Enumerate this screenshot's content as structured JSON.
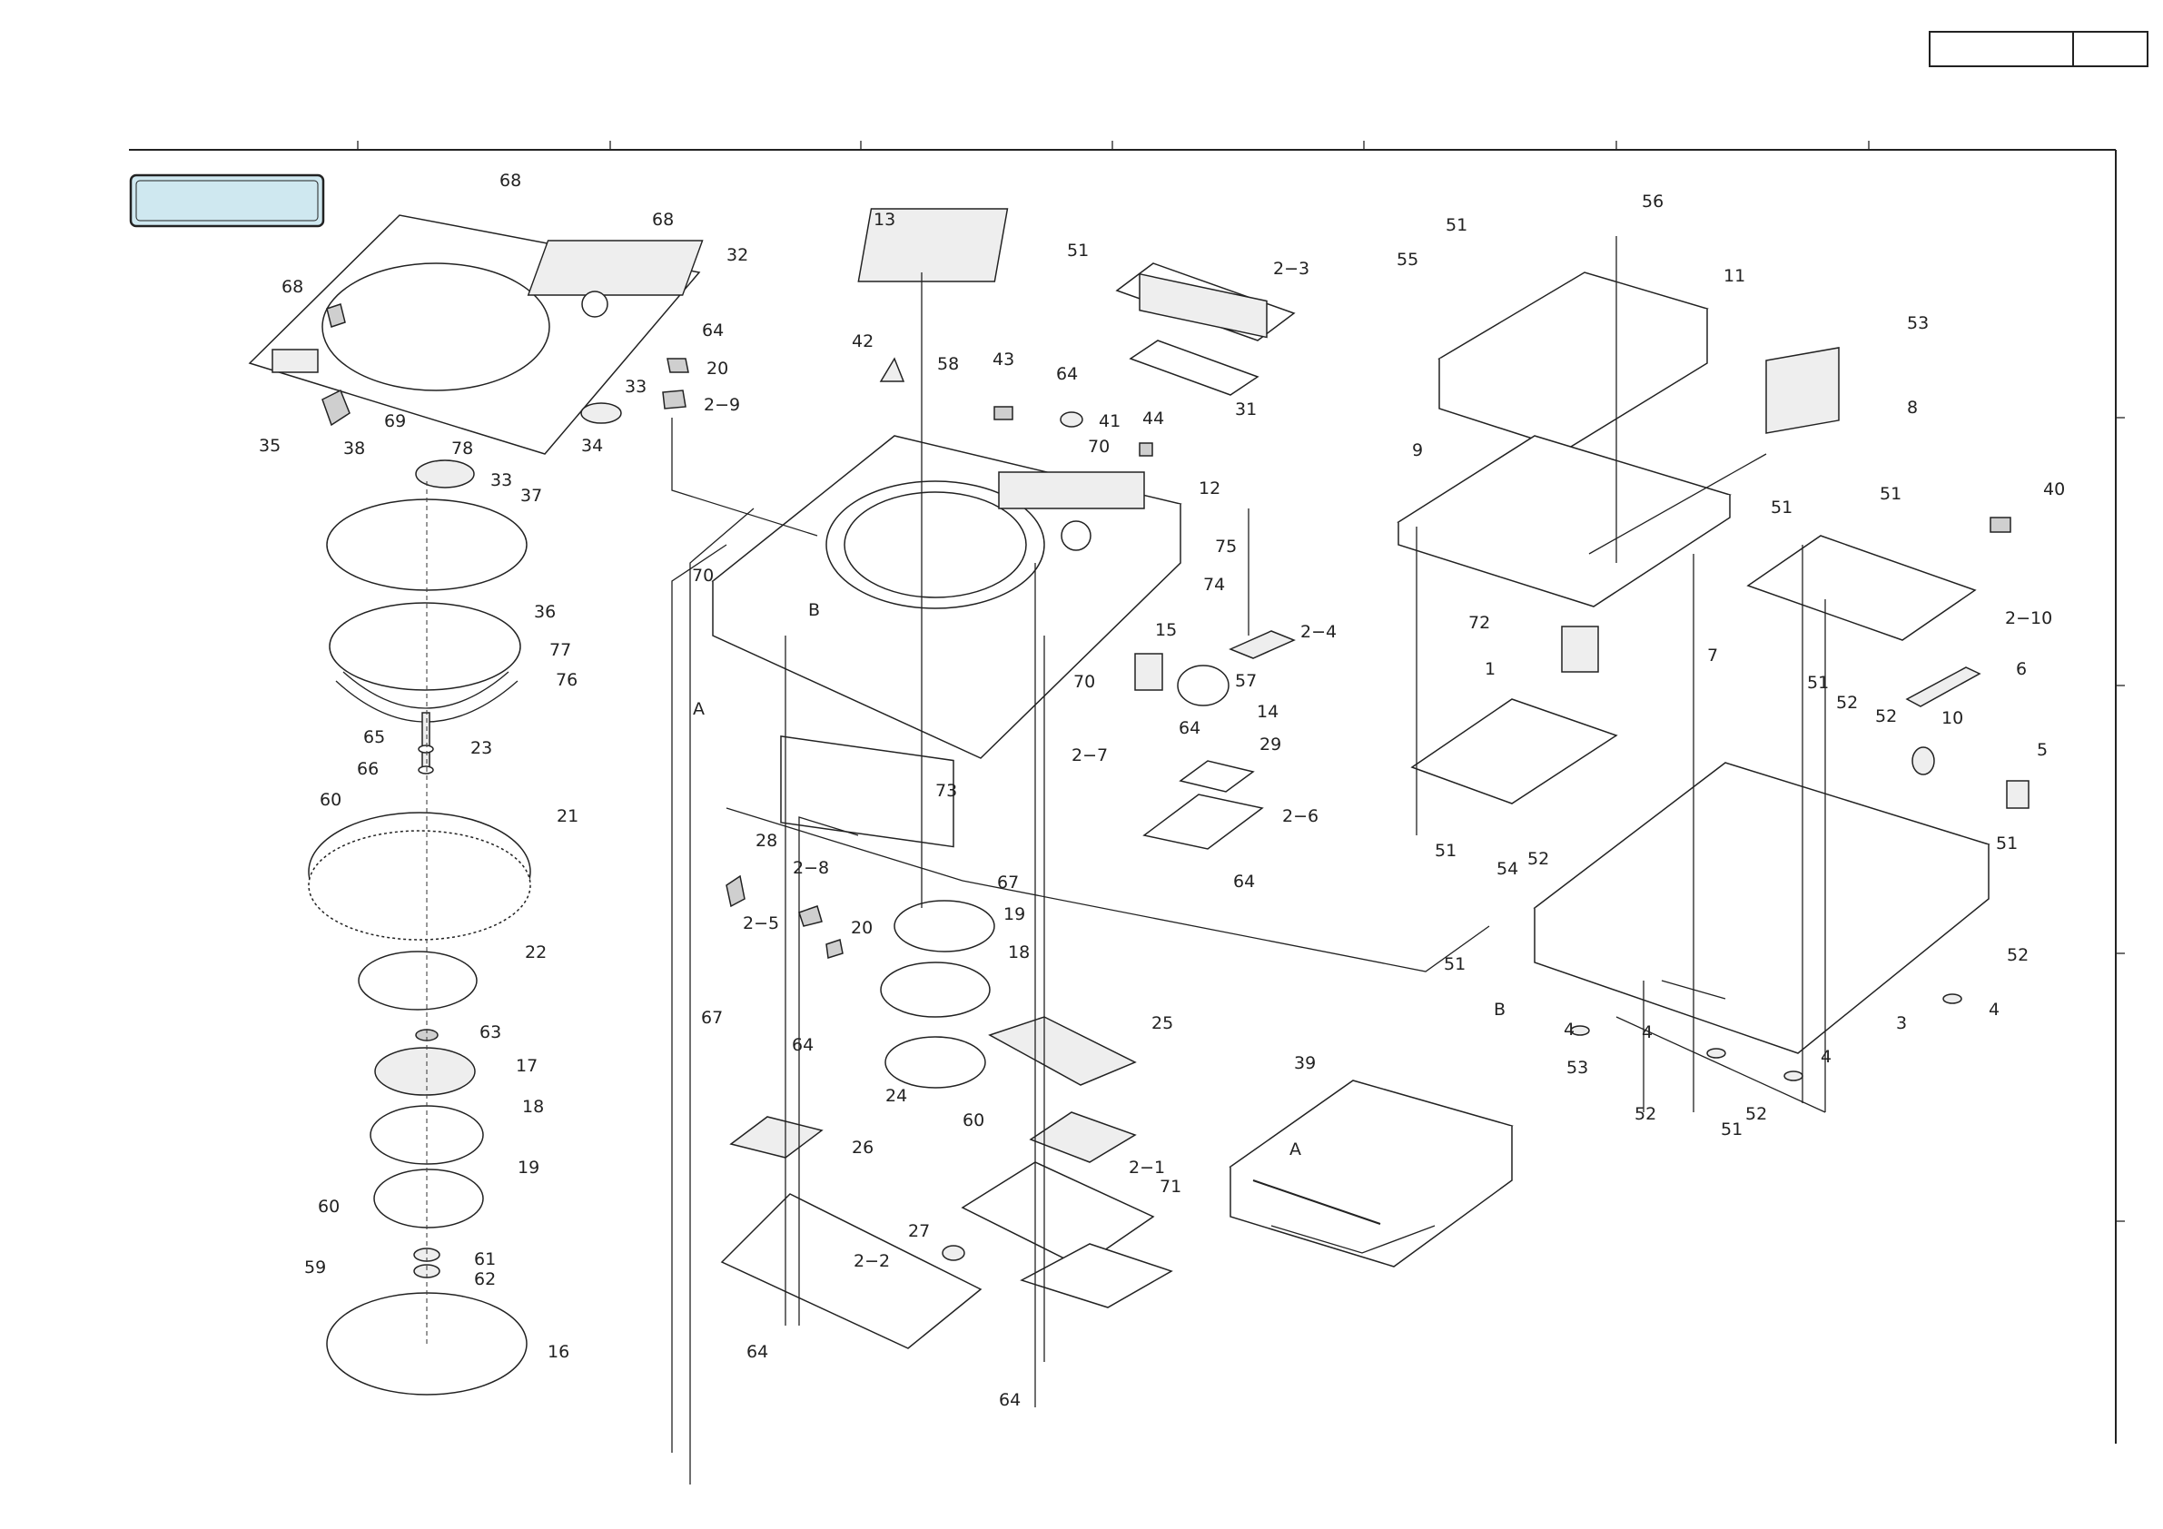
{
  "header_box": {
    "left_text": "",
    "right_text": ""
  },
  "title_tab": {
    "text": ""
  },
  "colors": {
    "title_tab_fill": "#cfe8f0",
    "line": "#222222"
  },
  "callouts": [
    {
      "id": "c1",
      "text": "68"
    },
    {
      "id": "c2",
      "text": "68"
    },
    {
      "id": "c3",
      "text": "68"
    },
    {
      "id": "c4",
      "text": "32"
    },
    {
      "id": "c5",
      "text": "64"
    },
    {
      "id": "c6",
      "text": "20"
    },
    {
      "id": "c7",
      "text": "2−9"
    },
    {
      "id": "c8",
      "text": "33"
    },
    {
      "id": "c9",
      "text": "34"
    },
    {
      "id": "c10",
      "text": "35"
    },
    {
      "id": "c11",
      "text": "69"
    },
    {
      "id": "c12",
      "text": "38"
    },
    {
      "id": "c13",
      "text": "78"
    },
    {
      "id": "c14",
      "text": "33"
    },
    {
      "id": "c15",
      "text": "37"
    },
    {
      "id": "c16",
      "text": "36"
    },
    {
      "id": "c17",
      "text": "77"
    },
    {
      "id": "c18",
      "text": "76"
    },
    {
      "id": "c19",
      "text": "65"
    },
    {
      "id": "c20",
      "text": "23"
    },
    {
      "id": "c21",
      "text": "66"
    },
    {
      "id": "c22",
      "text": "60"
    },
    {
      "id": "c23",
      "text": "21"
    },
    {
      "id": "c24",
      "text": "22"
    },
    {
      "id": "c25",
      "text": "63"
    },
    {
      "id": "c26",
      "text": "17"
    },
    {
      "id": "c27",
      "text": "18"
    },
    {
      "id": "c28",
      "text": "19"
    },
    {
      "id": "c29",
      "text": "60"
    },
    {
      "id": "c30",
      "text": "61"
    },
    {
      "id": "c31",
      "text": "59"
    },
    {
      "id": "c32",
      "text": "62"
    },
    {
      "id": "c33",
      "text": "16"
    },
    {
      "id": "c34",
      "text": "13"
    },
    {
      "id": "c35",
      "text": "42"
    },
    {
      "id": "c36",
      "text": "58"
    },
    {
      "id": "c37",
      "text": "43"
    },
    {
      "id": "c38",
      "text": "51"
    },
    {
      "id": "c39",
      "text": "2−3"
    },
    {
      "id": "c40",
      "text": "64"
    },
    {
      "id": "c41",
      "text": "41"
    },
    {
      "id": "c42",
      "text": "44"
    },
    {
      "id": "c43",
      "text": "31"
    },
    {
      "id": "c44",
      "text": "70"
    },
    {
      "id": "c45",
      "text": "12"
    },
    {
      "id": "c46",
      "text": "70"
    },
    {
      "id": "c47",
      "text": "B"
    },
    {
      "id": "c48",
      "text": "A"
    },
    {
      "id": "c49",
      "text": "75"
    },
    {
      "id": "c50",
      "text": "74"
    },
    {
      "id": "c51",
      "text": "15"
    },
    {
      "id": "c52",
      "text": "2−4"
    },
    {
      "id": "c53",
      "text": "57"
    },
    {
      "id": "c54",
      "text": "70"
    },
    {
      "id": "c55",
      "text": "14"
    },
    {
      "id": "c56",
      "text": "64"
    },
    {
      "id": "c57",
      "text": "2−7"
    },
    {
      "id": "c58",
      "text": "73"
    },
    {
      "id": "c59",
      "text": "29"
    },
    {
      "id": "c60",
      "text": "2−6"
    },
    {
      "id": "c61",
      "text": "64"
    },
    {
      "id": "c62",
      "text": "28"
    },
    {
      "id": "c63",
      "text": "2−8"
    },
    {
      "id": "c64",
      "text": "67"
    },
    {
      "id": "c65",
      "text": "19"
    },
    {
      "id": "c66",
      "text": "20"
    },
    {
      "id": "c67",
      "text": "2−5"
    },
    {
      "id": "c68",
      "text": "18"
    },
    {
      "id": "c69",
      "text": "67"
    },
    {
      "id": "c70",
      "text": "64"
    },
    {
      "id": "c71",
      "text": "25"
    },
    {
      "id": "c72",
      "text": "24"
    },
    {
      "id": "c73",
      "text": "60"
    },
    {
      "id": "c74",
      "text": "26"
    },
    {
      "id": "c75",
      "text": "2−1"
    },
    {
      "id": "c76",
      "text": "27"
    },
    {
      "id": "c77",
      "text": "2−2"
    },
    {
      "id": "c78",
      "text": "71"
    },
    {
      "id": "c79",
      "text": "64"
    },
    {
      "id": "c80",
      "text": "64"
    },
    {
      "id": "c81",
      "text": "39"
    },
    {
      "id": "c82",
      "text": "A"
    },
    {
      "id": "c83",
      "text": "51"
    },
    {
      "id": "c84",
      "text": "56"
    },
    {
      "id": "c85",
      "text": "55"
    },
    {
      "id": "c86",
      "text": "11"
    },
    {
      "id": "c87",
      "text": "53"
    },
    {
      "id": "c88",
      "text": "8"
    },
    {
      "id": "c89",
      "text": "9"
    },
    {
      "id": "c90",
      "text": "51"
    },
    {
      "id": "c91",
      "text": "40"
    },
    {
      "id": "c92",
      "text": "51"
    },
    {
      "id": "c93",
      "text": "2−10"
    },
    {
      "id": "c94",
      "text": "72"
    },
    {
      "id": "c95",
      "text": "1"
    },
    {
      "id": "c96",
      "text": "7"
    },
    {
      "id": "c97",
      "text": "6"
    },
    {
      "id": "c98",
      "text": "51"
    },
    {
      "id": "c99",
      "text": "52"
    },
    {
      "id": "c100",
      "text": "52"
    },
    {
      "id": "c101",
      "text": "10"
    },
    {
      "id": "c102",
      "text": "5"
    },
    {
      "id": "c103",
      "text": "51"
    },
    {
      "id": "c104",
      "text": "54"
    },
    {
      "id": "c105",
      "text": "52"
    },
    {
      "id": "c106",
      "text": "51"
    },
    {
      "id": "c107",
      "text": "51"
    },
    {
      "id": "c108",
      "text": "B"
    },
    {
      "id": "c109",
      "text": "52"
    },
    {
      "id": "c110",
      "text": "4"
    },
    {
      "id": "c111",
      "text": "4"
    },
    {
      "id": "c112",
      "text": "3"
    },
    {
      "id": "c113",
      "text": "4"
    },
    {
      "id": "c114",
      "text": "4"
    },
    {
      "id": "c115",
      "text": "53"
    },
    {
      "id": "c116",
      "text": "52"
    },
    {
      "id": "c117",
      "text": "51"
    },
    {
      "id": "c118",
      "text": "52"
    }
  ]
}
